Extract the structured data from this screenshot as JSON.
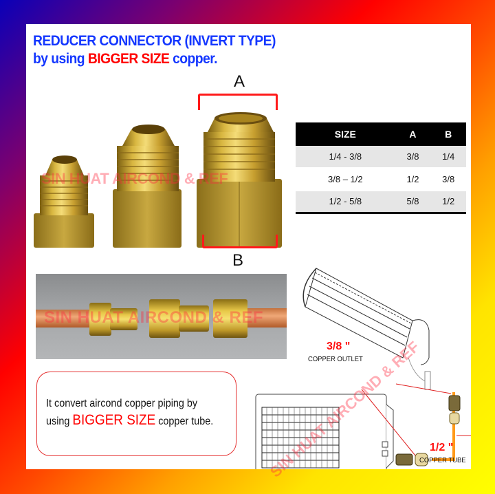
{
  "header": {
    "line1": "REDUCER CONNECTOR (INVERT TYPE)",
    "line2_prefix": "by using ",
    "line2_highlight": "BIGGER SIZE",
    "line2_suffix": " copper."
  },
  "photo_labels": {
    "top": "A",
    "bottom": "B"
  },
  "watermark": "SIN HUAT AIRCOND & REF",
  "size_table": {
    "columns": [
      "SIZE",
      "A",
      "B"
    ],
    "rows": [
      [
        "1/4 - 3/8",
        "3/8",
        "1/4"
      ],
      [
        "3/8 – 1/2",
        "1/2",
        "3/8"
      ],
      [
        "1/2  - 5/8",
        "5/8",
        "1/2"
      ]
    ]
  },
  "note": {
    "line1": "It convert aircond copper piping by",
    "line2_prefix": "using ",
    "line2_highlight": "BIGGER SIZE",
    "line2_suffix": " copper tube."
  },
  "diagram": {
    "outlet_size": "3/8 \"",
    "outlet_label": "COPPER OUTLET",
    "tube_size": "1/2 \"",
    "tube_label": "COPPER TUBE"
  },
  "colors": {
    "title_blue": "#1437ff",
    "highlight_red": "#ff0000",
    "pipe_orange": "#ff9a1a",
    "brass": "#d4b040"
  }
}
